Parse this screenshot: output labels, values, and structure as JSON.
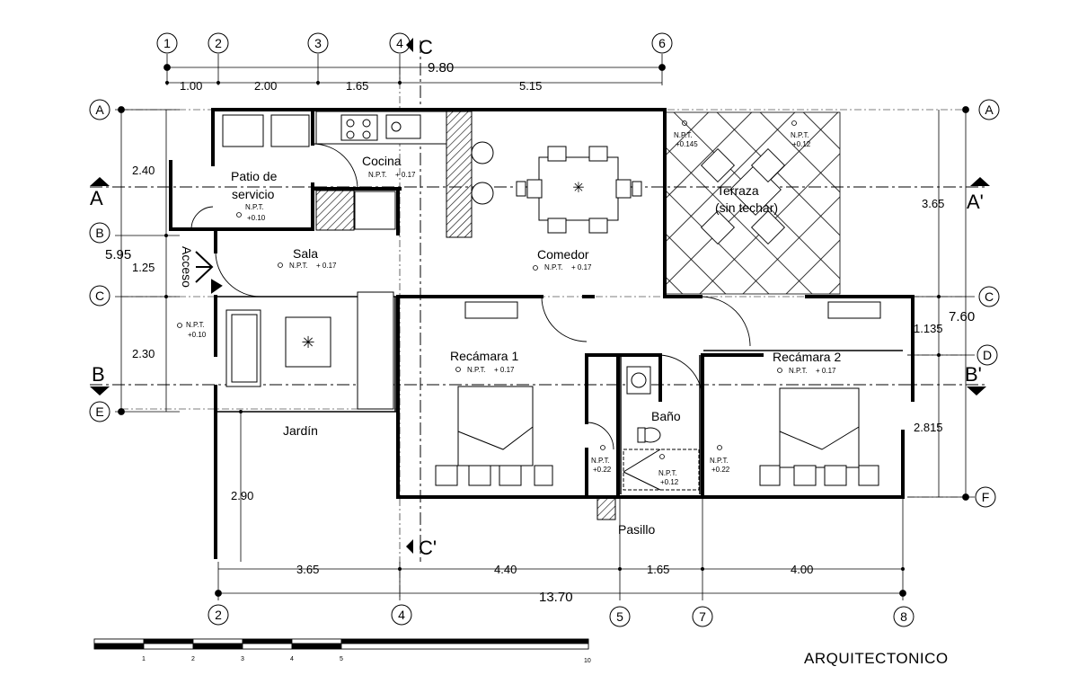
{
  "rooms": {
    "patio": [
      "Patio de",
      "servicio"
    ],
    "cocina": "Cocina",
    "sala": "Sala",
    "comedor": "Comedor",
    "terraza": [
      "Terraza",
      "(sin techar)"
    ],
    "recamara1": "Recámara 1",
    "recamara2": "Recámara 2",
    "bano": "Baño",
    "jardin": "Jardín",
    "pasillo": "Pasillo",
    "acceso": "Acceso"
  },
  "levels": {
    "npt_label": "N.P.T.",
    "v010": "+0.10",
    "v017": "+ 0.17",
    "v0145": "+0.145",
    "v012": "+0.12",
    "v022": "+0.22",
    "v012b": "+0.12"
  },
  "grid_top": [
    "1",
    "2",
    "3",
    "4",
    "6"
  ],
  "grid_bottom": [
    "2",
    "4",
    "5",
    "7",
    "8"
  ],
  "grid_left": [
    "A",
    "B",
    "C",
    "E"
  ],
  "grid_right": [
    "A",
    "C",
    "D",
    "F"
  ],
  "dims_top": {
    "overall": "9.80",
    "segments": [
      "1.00",
      "2.00",
      "1.65",
      "5.15"
    ]
  },
  "dims_bottom": {
    "overall": "13.70",
    "segments": [
      "3.65",
      "4.40",
      "1.65",
      "4.00"
    ]
  },
  "dims_left": {
    "overall": "5.95",
    "segments": [
      "2.40",
      "1.25",
      "2.30"
    ]
  },
  "dims_right": {
    "overall": "7.60",
    "segments": [
      "3.65",
      "1.135",
      "2.815"
    ]
  },
  "dim_jardin": "2.90",
  "sections": {
    "a": "A",
    "a_prime": "A'",
    "b": "B",
    "b_prime": "B'",
    "c": "C",
    "c_prime": "C'"
  },
  "scale_labels": [
    "1",
    "2",
    "3",
    "4",
    "5",
    "10"
  ],
  "title": "ARQUITECTONICO"
}
